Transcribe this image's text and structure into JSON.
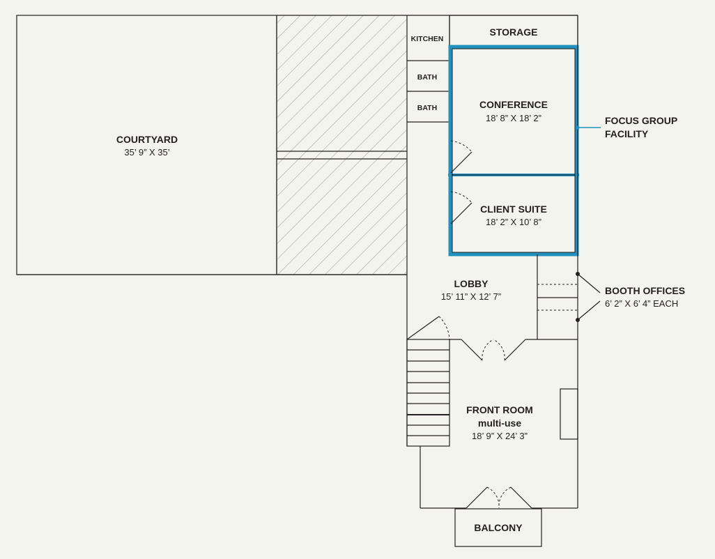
{
  "colors": {
    "background": "#f4f4ee",
    "line": "#231f20",
    "highlight": "#2291be"
  },
  "rooms": {
    "courtyard": {
      "name": "COURTYARD",
      "dims": "35’ 9” X 35’"
    },
    "kitchen": {
      "name": "KITCHEN"
    },
    "bath_1": {
      "name": "BATH"
    },
    "bath_2": {
      "name": "BATH"
    },
    "storage": {
      "name": "STORAGE"
    },
    "conference": {
      "name": "CONFERENCE",
      "dims": "18’ 8” X 18’ 2”"
    },
    "client_suite": {
      "name": "CLIENT SUITE",
      "dims": "18’ 2” X 10’ 8”"
    },
    "lobby": {
      "name": "LOBBY",
      "dims": "15’ 11” X 12’ 7”"
    },
    "front_room": {
      "name": "FRONT ROOM",
      "subtitle": "multi-use",
      "dims": "18’ 9” X 24’ 3”"
    },
    "balcony": {
      "name": "BALCONY"
    }
  },
  "callouts": {
    "focus_group": {
      "line1": "FOCUS GROUP",
      "line2": "FACILITY"
    },
    "booth_offices": {
      "line1": "BOOTH OFFICES",
      "line2": "6’ 2” X 6’ 4” EACH"
    }
  }
}
